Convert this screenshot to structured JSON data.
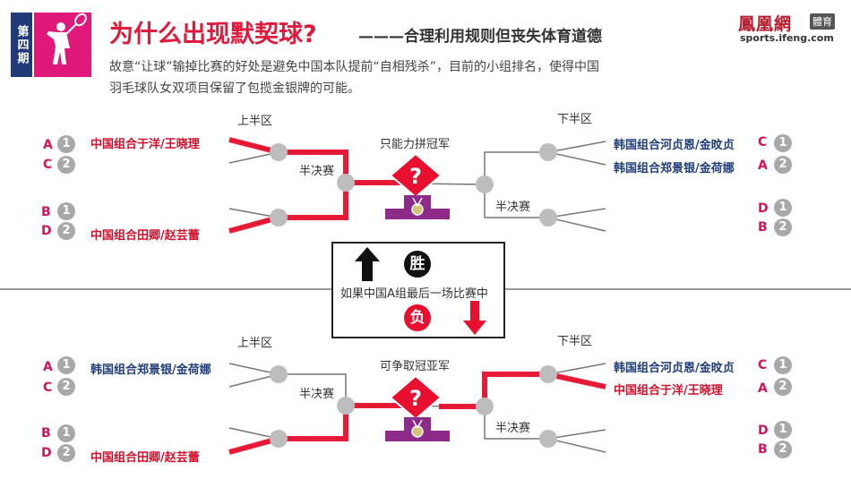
{
  "header": {
    "episode": "第四期",
    "title": "为什么出现默契球?",
    "subtitle": "———合理利用规则但丧失体育道德",
    "logo_cn": "鳳凰網",
    "logo_tag": "體育",
    "logo_url": "sports.ifeng.com"
  },
  "description": {
    "line1": "故意“让球”输掉比赛的好处是避免中国本队提前“自相残杀”，目前的小组排名，使得中国",
    "line2": "羽毛球队女双项目保留了包揽金银牌的可能。"
  },
  "top_bracket": {
    "left_half_label": "上半区",
    "right_half_label": "下半区",
    "final_note": "只能力拼冠军",
    "semi_left": "半决赛",
    "semi_right": "半决赛",
    "left_teams": [
      {
        "letter": "A",
        "num": "1",
        "name": "中国组合于洋/王晓理"
      },
      {
        "letter": "C",
        "num": "2",
        "name": ""
      },
      {
        "letter": "B",
        "num": "1",
        "name": ""
      },
      {
        "letter": "D",
        "num": "2",
        "name": "中国组合田卿/赵芸蕾"
      }
    ],
    "right_teams": [
      {
        "letter": "C",
        "num": "1",
        "name": "韩国组合河贞恩/金旼贞"
      },
      {
        "letter": "A",
        "num": "2",
        "name": "韩国组合郑景银/金荷娜"
      },
      {
        "letter": "D",
        "num": "1",
        "name": ""
      },
      {
        "letter": "B",
        "num": "2",
        "name": ""
      }
    ]
  },
  "middle": {
    "win_label": "胜",
    "lose_label": "负",
    "condition": "如果中国A组最后一场比赛中"
  },
  "bottom_bracket": {
    "left_half_label": "上半区",
    "right_half_label": "下半区",
    "final_note": "可争取冠亚军",
    "semi_left": "半决赛",
    "semi_right": "半决赛",
    "left_teams": [
      {
        "letter": "A",
        "num": "1",
        "name": "韩国组合郑景银/金荷娜"
      },
      {
        "letter": "C",
        "num": "2",
        "name": ""
      },
      {
        "letter": "B",
        "num": "1",
        "name": ""
      },
      {
        "letter": "D",
        "num": "2",
        "name": "中国组合田卿/赵芸蕾"
      }
    ],
    "right_teams": [
      {
        "letter": "C",
        "num": "1",
        "name": "韩国组合河贞恩/金旼贞"
      },
      {
        "letter": "A",
        "num": "2",
        "name": "中国组合于洋/王晓理"
      },
      {
        "letter": "D",
        "num": "1",
        "name": ""
      },
      {
        "letter": "B",
        "num": "2",
        "name": ""
      }
    ]
  },
  "colors": {
    "accent_red": "#e01a3c",
    "team_red": "#d10f2b",
    "team_blue": "#1f3d7a",
    "letter_pink": "#d4145a",
    "badge_navy": "#233a78",
    "icon_pink": "#e0187a",
    "podium_purple": "#8e2a8a"
  }
}
